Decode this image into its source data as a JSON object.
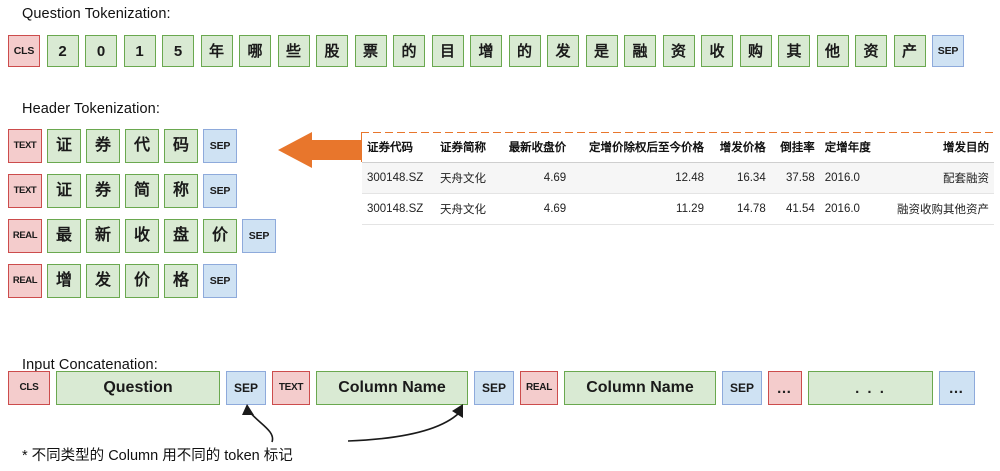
{
  "sections": {
    "question": {
      "title": "Question Tokenization:"
    },
    "header": {
      "title": "Header Tokenization:"
    },
    "concat": {
      "title": "Input Concatenation:"
    }
  },
  "question_tokens": [
    {
      "text": "CLS",
      "type": "red",
      "tag": true
    },
    {
      "text": "2",
      "type": "green"
    },
    {
      "text": "0",
      "type": "green"
    },
    {
      "text": "1",
      "type": "green"
    },
    {
      "text": "5",
      "type": "green"
    },
    {
      "text": "年",
      "type": "green"
    },
    {
      "text": "哪",
      "type": "green"
    },
    {
      "text": "些",
      "type": "green"
    },
    {
      "text": "股",
      "type": "green"
    },
    {
      "text": "票",
      "type": "green"
    },
    {
      "text": "的",
      "type": "green"
    },
    {
      "text": "目",
      "type": "green"
    },
    {
      "text": "增",
      "type": "green"
    },
    {
      "text": "的",
      "type": "green"
    },
    {
      "text": "发",
      "type": "green"
    },
    {
      "text": "是",
      "type": "green"
    },
    {
      "text": "融",
      "type": "green"
    },
    {
      "text": "资",
      "type": "green"
    },
    {
      "text": "收",
      "type": "green"
    },
    {
      "text": "购",
      "type": "green"
    },
    {
      "text": "其",
      "type": "green"
    },
    {
      "text": "他",
      "type": "green"
    },
    {
      "text": "资",
      "type": "green"
    },
    {
      "text": "产",
      "type": "green"
    },
    {
      "text": "SEP",
      "type": "blue",
      "tag": true
    }
  ],
  "header_rows": [
    [
      {
        "text": "TEXT",
        "type": "red",
        "tag": true
      },
      {
        "text": "证",
        "type": "green"
      },
      {
        "text": "券",
        "type": "green"
      },
      {
        "text": "代",
        "type": "green"
      },
      {
        "text": "码",
        "type": "green"
      },
      {
        "text": "SEP",
        "type": "blue",
        "sep": true
      }
    ],
    [
      {
        "text": "TEXT",
        "type": "red",
        "tag": true
      },
      {
        "text": "证",
        "type": "green"
      },
      {
        "text": "券",
        "type": "green"
      },
      {
        "text": "简",
        "type": "green"
      },
      {
        "text": "称",
        "type": "green"
      },
      {
        "text": "SEP",
        "type": "blue",
        "sep": true
      }
    ],
    [
      {
        "text": "REAL",
        "type": "red",
        "tag": true
      },
      {
        "text": "最",
        "type": "green"
      },
      {
        "text": "新",
        "type": "green"
      },
      {
        "text": "收",
        "type": "green"
      },
      {
        "text": "盘",
        "type": "green"
      },
      {
        "text": "价",
        "type": "green"
      },
      {
        "text": "SEP",
        "type": "blue",
        "sep": true
      }
    ],
    [
      {
        "text": "REAL",
        "type": "red",
        "tag": true
      },
      {
        "text": "增",
        "type": "green"
      },
      {
        "text": "发",
        "type": "green"
      },
      {
        "text": "价",
        "type": "green"
      },
      {
        "text": "格",
        "type": "green"
      },
      {
        "text": "SEP",
        "type": "blue",
        "sep": true
      }
    ]
  ],
  "concat_tokens": [
    {
      "text": "CLS",
      "type": "red",
      "tag": true,
      "width": 42
    },
    {
      "text": "Question",
      "type": "green",
      "width": 164
    },
    {
      "text": "SEP",
      "type": "blue",
      "sep": true,
      "width": 40
    },
    {
      "text": "TEXT",
      "type": "red",
      "tag": true,
      "width": 38
    },
    {
      "text": "Column Name",
      "type": "green",
      "width": 152
    },
    {
      "text": "SEP",
      "type": "blue",
      "sep": true,
      "width": 40
    },
    {
      "text": "REAL",
      "type": "red",
      "tag": true,
      "width": 38
    },
    {
      "text": "Column Name",
      "type": "green",
      "width": 152
    },
    {
      "text": "SEP",
      "type": "blue",
      "sep": true,
      "width": 40
    },
    {
      "text": "…",
      "type": "red",
      "dots": true,
      "width": 34
    },
    {
      "text": ". . .",
      "type": "green",
      "dots": true,
      "width": 125
    },
    {
      "text": "…",
      "type": "blue",
      "dots": true,
      "width": 36
    }
  ],
  "table": {
    "columns": [
      {
        "label": "证券代码",
        "align": "left"
      },
      {
        "label": "证券简称",
        "align": "left"
      },
      {
        "label": "最新收盘价",
        "align": "right"
      },
      {
        "label": "定增价除权后至今价格",
        "align": "right"
      },
      {
        "label": "增发价格",
        "align": "right"
      },
      {
        "label": "倒挂率",
        "align": "right"
      },
      {
        "label": "定增年度",
        "align": "left"
      },
      {
        "label": "增发目的",
        "align": "right"
      }
    ],
    "rows": [
      [
        "300148.SZ",
        "天舟文化",
        "4.69",
        "12.48",
        "16.34",
        "37.58",
        "2016.0",
        "配套融资"
      ],
      [
        "300148.SZ",
        "天舟文化",
        "4.69",
        "11.29",
        "14.78",
        "41.54",
        "2016.0",
        "融资收购其他资产"
      ]
    ]
  },
  "footnote": "* 不同类型的 Column 用不同的 token 标记",
  "colors": {
    "green_fill": "#d9ead3",
    "green_border": "#6aa84f",
    "red_fill": "#f4cccc",
    "red_border": "#cc4c4c",
    "blue_fill": "#cfe2f3",
    "blue_border": "#8eaadb",
    "highlight_orange": "#e8762c"
  }
}
